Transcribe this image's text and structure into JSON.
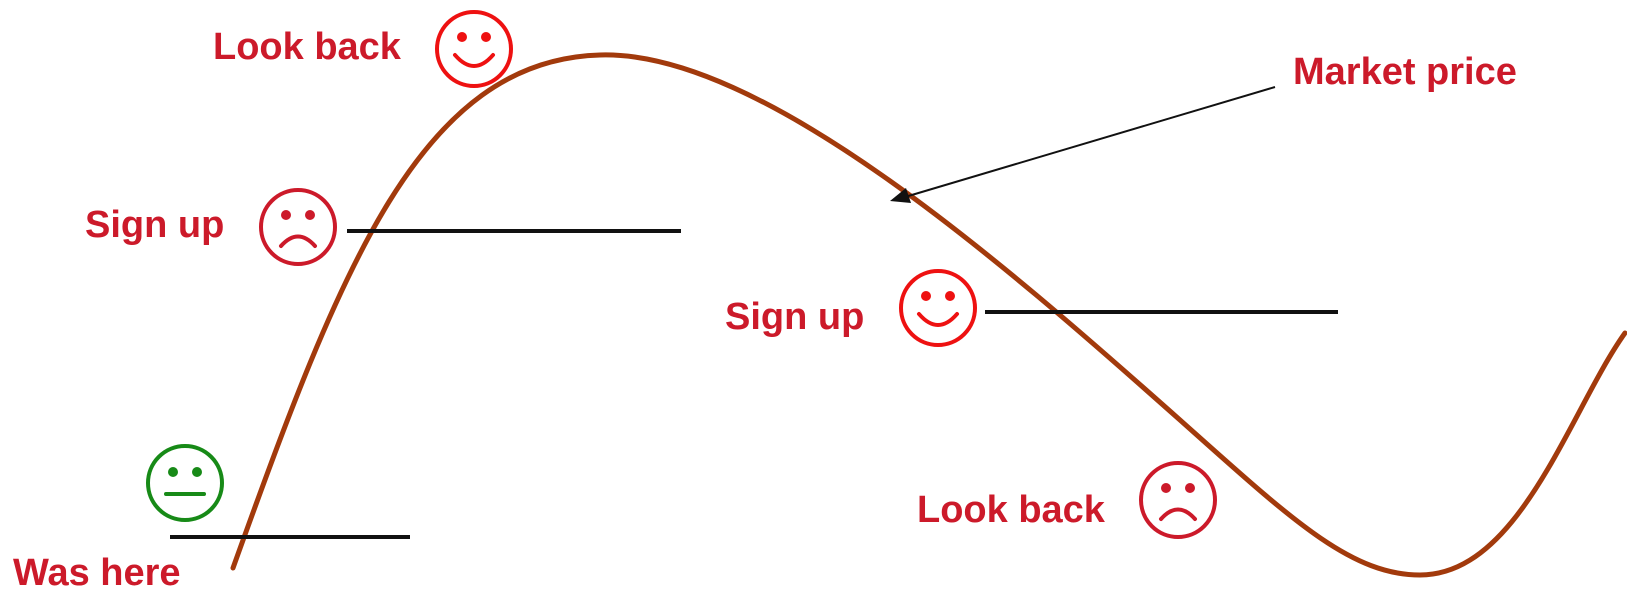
{
  "labels": {
    "market_price": "Market price",
    "look_back_top": "Look back",
    "sign_up_left": "Sign up",
    "sign_up_mid": "Sign up",
    "look_back_bottom": "Look back",
    "was_here": "Was here"
  },
  "colors": {
    "curve": "#a23a0c",
    "text": "#cc1a2a",
    "happy": "#ee1111",
    "sad": "#cc1a2a",
    "neutral": "#178a17",
    "lines": "#111111",
    "arrow": "#111111"
  },
  "faces": [
    {
      "name": "happy-face-icon",
      "mood": "happy"
    },
    {
      "name": "sad-face-icon",
      "mood": "sad"
    },
    {
      "name": "happy-face-icon",
      "mood": "happy"
    },
    {
      "name": "sad-face-icon",
      "mood": "sad"
    },
    {
      "name": "neutral-face-icon",
      "mood": "neutral"
    }
  ]
}
